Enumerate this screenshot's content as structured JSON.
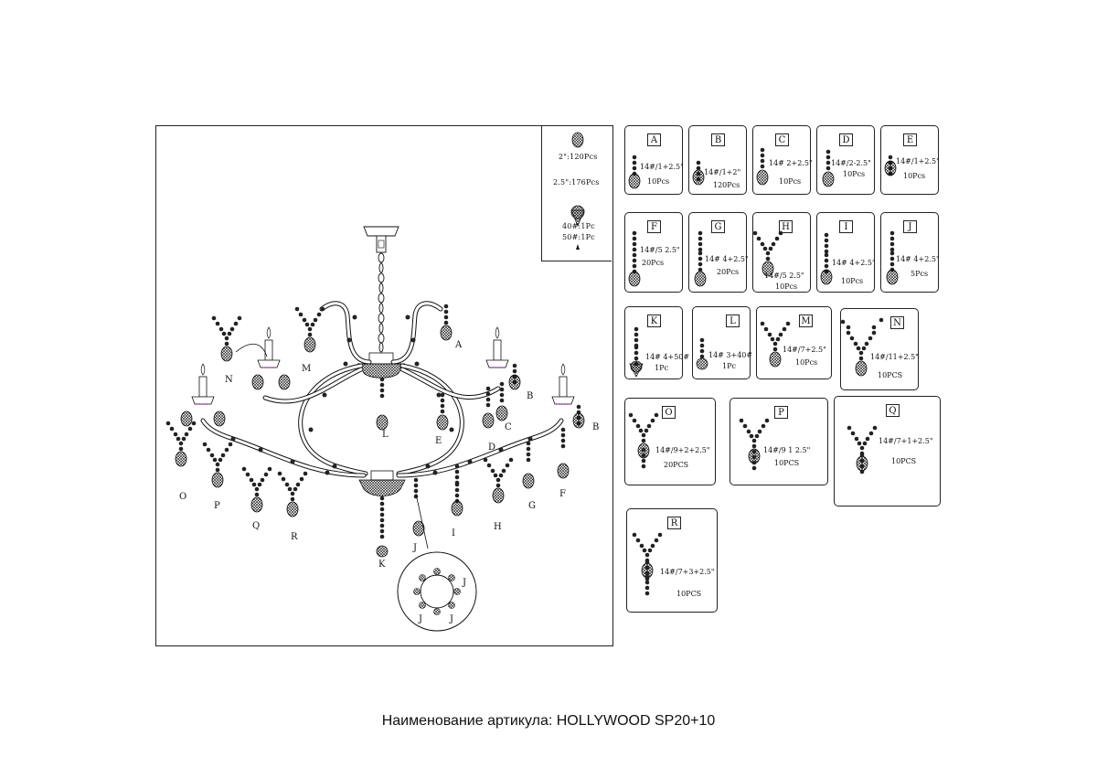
{
  "legend": {
    "size_2": "2\":120Pcs",
    "size_25": "2.5\":176Pcs",
    "size_40": "40#:1Pc",
    "size_50": "50#:1Pc"
  },
  "callouts": {
    "A": "A",
    "B1": "B",
    "B2": "B",
    "C": "C",
    "D": "D",
    "E": "E",
    "F": "F",
    "G": "G",
    "H": "H",
    "I": "I",
    "J": "J",
    "K": "K",
    "L": "L",
    "M": "M",
    "N": "N",
    "O": "O",
    "P": "P",
    "Q": "Q",
    "R": "R",
    "J_det1": "J",
    "J_det2": "J",
    "J_det3": "J"
  },
  "cards": [
    {
      "letter": "A",
      "spec": "14#/1+2.5\"",
      "qty": "10Pcs"
    },
    {
      "letter": "B",
      "spec": "14#/1+2\"",
      "qty": "120Pcs"
    },
    {
      "letter": "C",
      "spec": "14# 2+2.5\"",
      "qty": "10Pcs"
    },
    {
      "letter": "D",
      "spec": "14#/2-2.5\"",
      "qty": "10Pcs"
    },
    {
      "letter": "E",
      "spec": "14#/1+2.5\"",
      "qty": "10Pcs"
    },
    {
      "letter": "F",
      "spec": "14#/5 2.5\"",
      "qty": "20Pcs"
    },
    {
      "letter": "G",
      "spec": "14# 4+2.5\"",
      "qty": "20Pcs"
    },
    {
      "letter": "H",
      "spec": "14#/5 2.5\"",
      "qty": "10Pcs"
    },
    {
      "letter": "I",
      "spec": "14# 4+2.5\"",
      "qty": "10Pcs"
    },
    {
      "letter": "J",
      "spec": "14# 4+2.5\"",
      "qty": "5Pcs"
    },
    {
      "letter": "K",
      "spec": "14# 4+50#",
      "qty": "1Pc"
    },
    {
      "letter": "L",
      "spec": "14# 3+40#",
      "qty": "1Pc"
    },
    {
      "letter": "M",
      "spec": "14#/7+2.5\"",
      "qty": "10Pcs"
    },
    {
      "letter": "N",
      "spec": "14#/11+2.5\"",
      "qty": "10PCS"
    },
    {
      "letter": "O",
      "spec": "14#/9+2+2.5\"",
      "qty": "20PCS"
    },
    {
      "letter": "P",
      "spec": "14#/9 1 2.5\"",
      "qty": "10PCS"
    },
    {
      "letter": "Q",
      "spec": "14#/7+1+2.5\"",
      "qty": "10PCS"
    },
    {
      "letter": "R",
      "spec": "14#/7+3+2.5\"",
      "qty": "10PCS"
    }
  ],
  "caption": "Наименование артикула: HOLLYWOOD SP20+10"
}
